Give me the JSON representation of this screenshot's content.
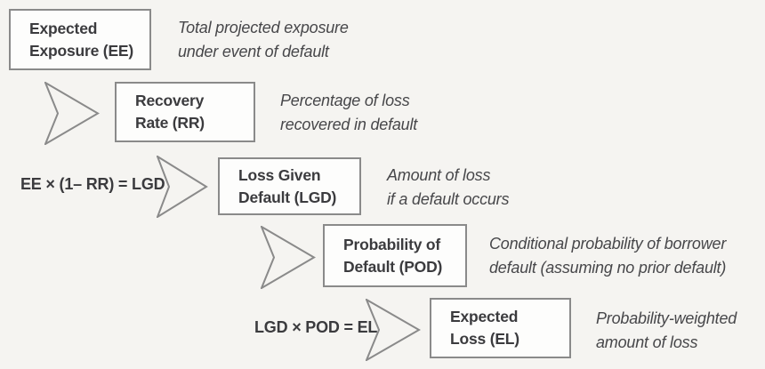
{
  "colors": {
    "background": "#f5f4f1",
    "box_fill": "#fdfdfc",
    "border": "#8a8a8a",
    "label_text": "#3b3b3e",
    "desc_text": "#47474a"
  },
  "icons": {
    "chevron": "chevron-right-arrow"
  },
  "steps": [
    {
      "label": [
        "Expected",
        "Exposure (EE)"
      ],
      "description": [
        "Total projected exposure",
        "under event of default"
      ]
    },
    {
      "label": [
        "Recovery",
        "Rate (RR)"
      ],
      "description": [
        "Percentage of loss",
        "recovered in default"
      ]
    },
    {
      "label": [
        "Loss Given",
        "Default (LGD)"
      ],
      "description": [
        "Amount of loss",
        "if a default occurs"
      ],
      "formula": "EE × (1– RR) = LGD"
    },
    {
      "label": [
        "Probability of",
        "Default (POD)"
      ],
      "description": [
        "Conditional probability of borrower",
        "default (assuming no prior default)"
      ]
    },
    {
      "label": [
        "Expected",
        "Loss (EL)"
      ],
      "description": [
        "Probability-weighted",
        "amount of loss"
      ],
      "formula": "LGD × POD = EL"
    }
  ]
}
